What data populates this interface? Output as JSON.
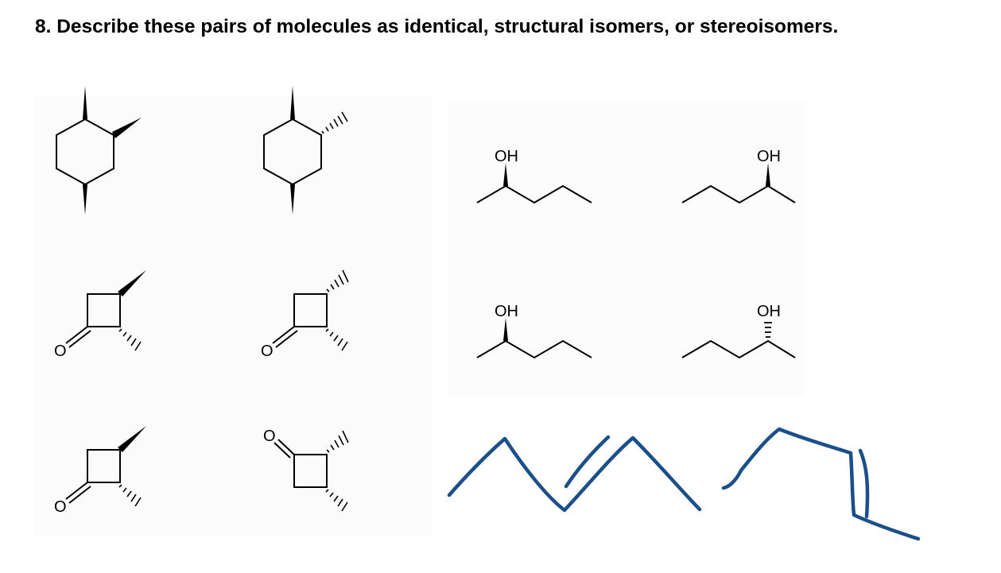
{
  "question": {
    "text": "8. Describe these pairs of molecules as identical, structural isomers, or stereoisomers."
  },
  "structures": {
    "carbonyl_oxygen_label": "O",
    "hydroxyl_label": "OH"
  },
  "colors": {
    "ink": "#000000",
    "handwriting": "#1a4f8a",
    "background": "#ffffff"
  }
}
